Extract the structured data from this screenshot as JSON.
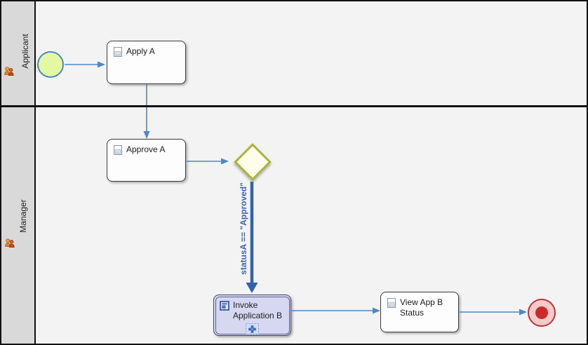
{
  "diagram": {
    "lanes": [
      {
        "label": "Applicant",
        "icon": "people-icon"
      },
      {
        "label": "Manager",
        "icon": "people-icon"
      }
    ],
    "nodes": {
      "start": {
        "type": "start-event"
      },
      "apply": {
        "label": "Apply A",
        "icon": "document-icon"
      },
      "approve": {
        "label": "Approve A",
        "icon": "document-icon"
      },
      "gateway": {
        "type": "exclusive-gateway"
      },
      "invoke": {
        "label": "Invoke Application B",
        "icon": "application-icon",
        "marker": "plus-subprocess-marker"
      },
      "view": {
        "label": "View App B Status",
        "icon": "document-icon"
      },
      "end": {
        "type": "end-event"
      }
    },
    "flows": {
      "gateway_to_invoke_label": "statusA == \"Approved\""
    },
    "colors": {
      "flow_blue": "#4e87c4",
      "conditional_flow_blue": "#2f63ad",
      "condition_label_blue": "#3a64b4",
      "start_event_fill": "#e4f8a4",
      "start_event_border": "#4a86c8",
      "gateway_border": "#aab33b",
      "gateway_fill": "#fdfdea",
      "end_event_fill": "#f4caca",
      "end_event_border": "#bb3333",
      "end_event_core": "#cc2a2a",
      "task_fill": "#fdfdfd",
      "invoke_task_fill": "#d6d8f1",
      "lane_header_fill": "#d9d9d9",
      "canvas_fill": "#f3f3f3"
    }
  }
}
